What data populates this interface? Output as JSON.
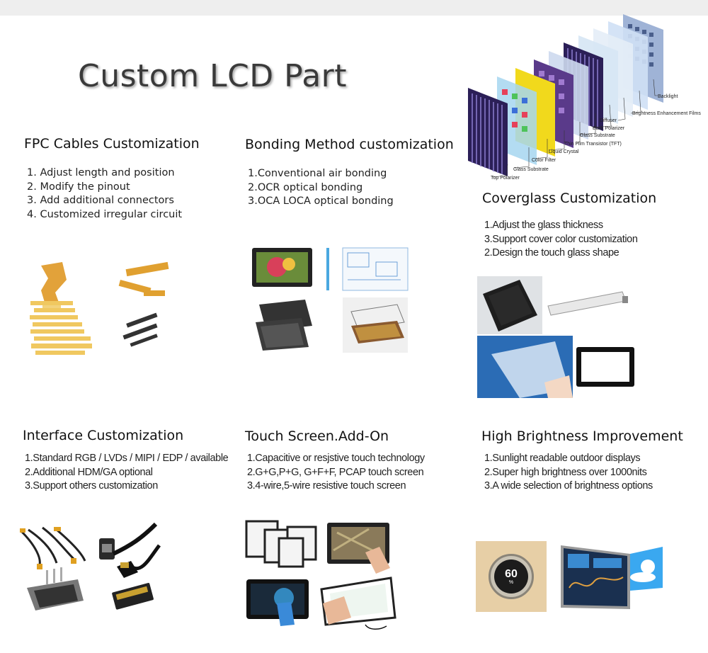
{
  "page_title": "Custom LCD Part",
  "sections": {
    "fpc": {
      "title": "FPC Cables Customization",
      "items": [
        "1. Adjust length and position",
        "2. Modify the pinout",
        "3. Add additional connectors",
        "4. Customized irregular circuit"
      ]
    },
    "bonding": {
      "title": "Bonding Method customization",
      "items": [
        "1.Conventional air bonding",
        "2.OCR optical bonding",
        "3.OCA LOCA optical bonding"
      ]
    },
    "coverglass": {
      "title": "Coverglass Customization",
      "items": [
        "1.Adjust the glass thickness",
        "3.Support cover color customization",
        "2.Design the touch glass shape"
      ]
    },
    "interface": {
      "title": "Interface Customization",
      "items": [
        "1.Standard RGB / LVDs / MIPI / EDP / available",
        "2.Additional HDM/GA optional",
        "3.Support others customization"
      ]
    },
    "touch": {
      "title": "Touch Screen.Add-On",
      "items": [
        "1.Capacitive or resjstive touch technology",
        "2.G+G,P+G, G+F+F, PCAP touch screen",
        "3.4-wire,5-wire resistive touch screen"
      ]
    },
    "brightness": {
      "title": "High Brightness Improvement",
      "items": [
        "1.Sunlight readable outdoor displays",
        "2.Super high brightness over 1000nits",
        "3.A wide selection of brightness options"
      ]
    }
  },
  "lcd_layers": [
    "Backlight",
    "Brightness Enhancement Films",
    "Diffuser",
    "Back Polarizer",
    "Glass Substrate",
    "Thin Film Transistor (TFT)",
    "Liquid Crystal",
    "Color Filter",
    "Glass Substrate",
    "Top Polarizer"
  ],
  "thermostat_reading": "60",
  "thermostat_unit": "%"
}
